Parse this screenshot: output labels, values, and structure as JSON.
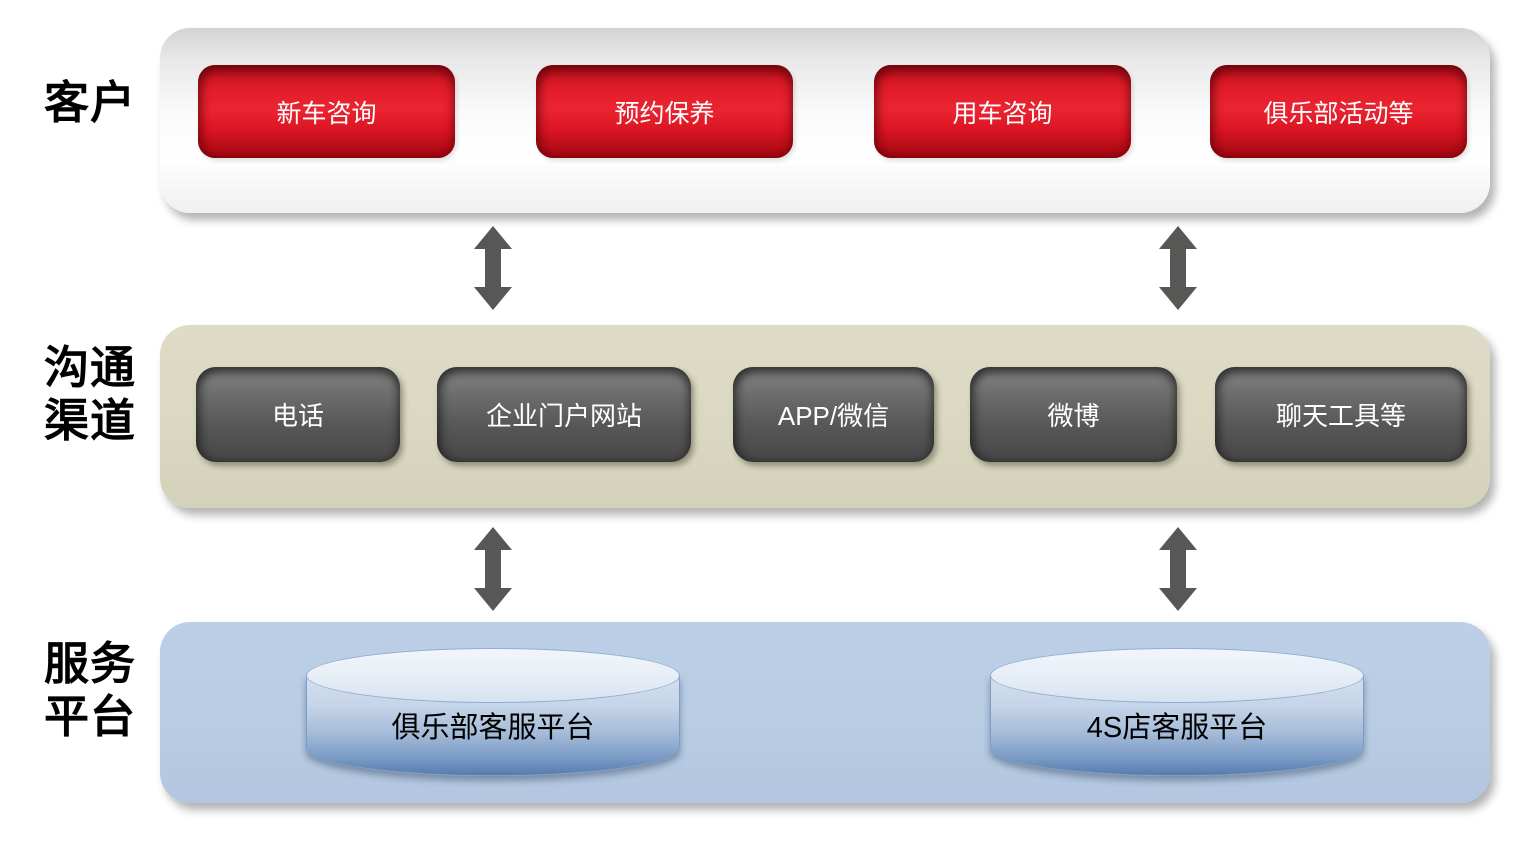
{
  "diagram": {
    "customer": {
      "label": "客户",
      "items": [
        "新车咨询",
        "预约保养",
        "用车咨询",
        "俱乐部活动等"
      ]
    },
    "channels": {
      "label_line1": "沟通",
      "label_line2": "渠道",
      "items": [
        "电话",
        "企业门户网站",
        "APP/微信",
        "微博",
        "聊天工具等"
      ]
    },
    "platform": {
      "label_line1": "服务",
      "label_line2": "平台",
      "items": [
        "俱乐部客服平台",
        "4S店客服平台"
      ]
    },
    "colors": {
      "red_button": "#dd1624",
      "gray_button": "#575757",
      "beige_layer": "#dbd8c2",
      "blue_layer": "#b8cce4",
      "arrow": "#575755",
      "label_text": "#000000",
      "button_text": "#ffffff"
    }
  }
}
